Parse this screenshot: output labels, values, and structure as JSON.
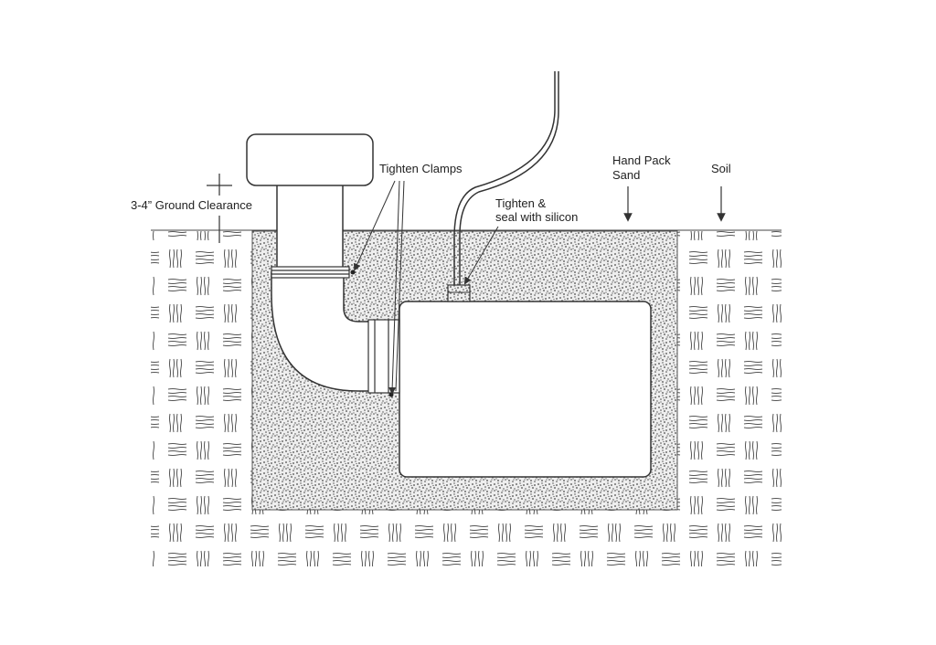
{
  "labels": {
    "ground_clearance": "3-4” Ground Clearance",
    "tighten_clamps": "Tighten Clamps",
    "tighten_seal_line1": "Tighten &",
    "tighten_seal_line2": "seal with silicon",
    "hand_pack_line1": "Hand Pack",
    "hand_pack_line2": "Sand",
    "soil": "Soil"
  },
  "colors": {
    "line": "#333333",
    "soil_mark": "#555555",
    "sand_dot": "#4a4a4a",
    "sand_bg": "#eeeeee",
    "background": "#ffffff"
  }
}
